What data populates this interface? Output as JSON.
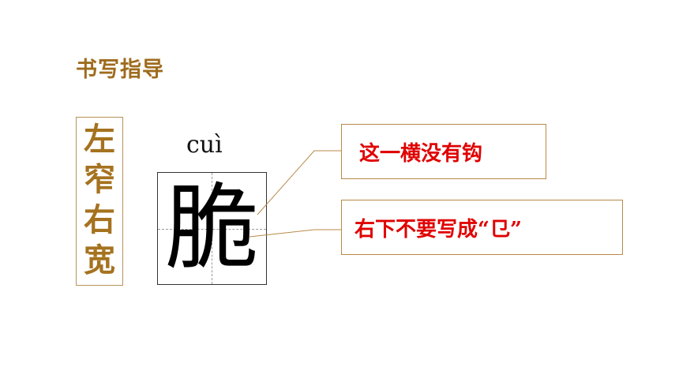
{
  "section": {
    "title": "书写指导"
  },
  "structure_label": {
    "chars": [
      "左",
      "窄",
      "右",
      "宽"
    ]
  },
  "character": {
    "pinyin": "cuì",
    "glyph": "脆"
  },
  "callouts": [
    {
      "text": "这一横没有钩"
    },
    {
      "text": "右下不要写成“㔾”"
    }
  ],
  "colors": {
    "title": "#9e6c1e",
    "label_text": "#a5721f",
    "callout_text": "#e00000",
    "border": "#b88a4a"
  }
}
